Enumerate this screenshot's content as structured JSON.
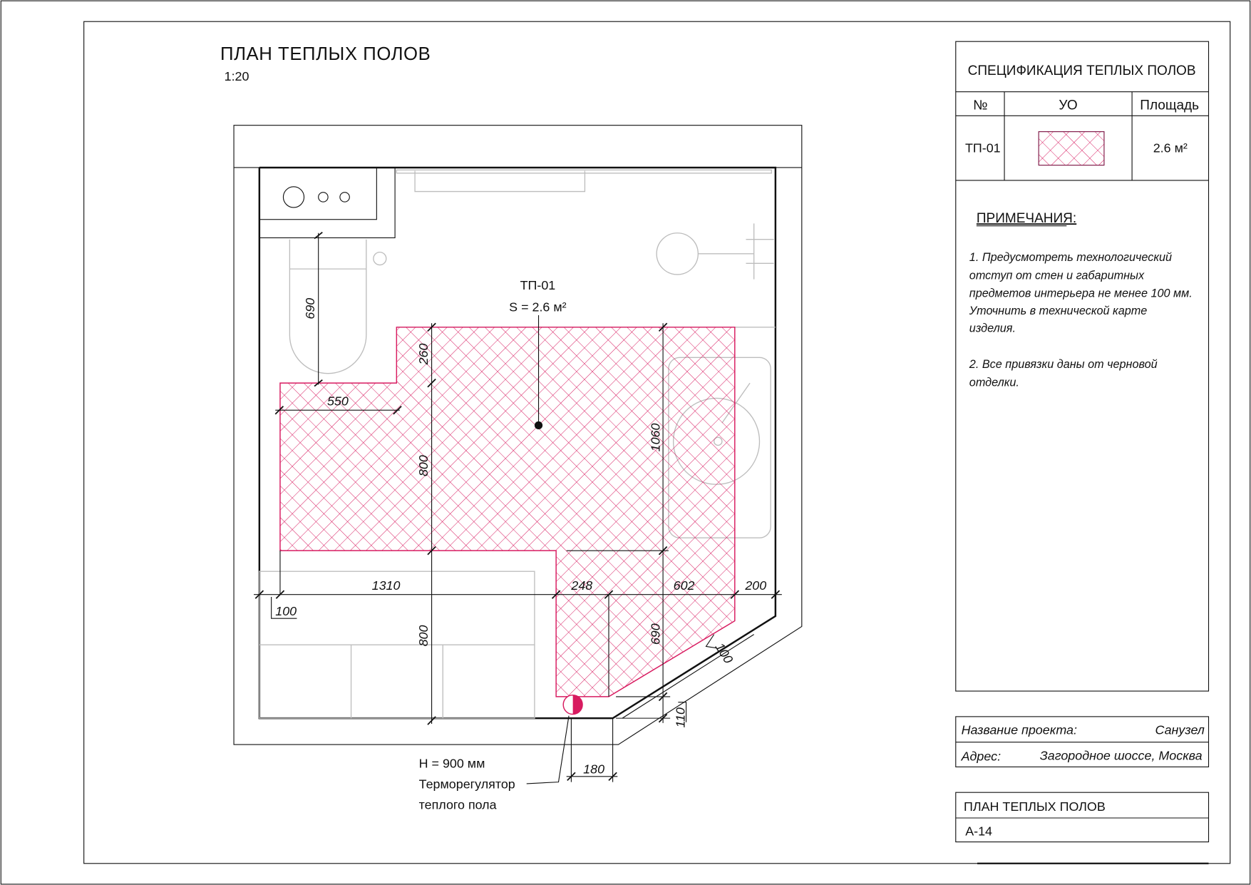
{
  "drawing": {
    "title": "ПЛАН ТЕПЛЫХ ПОЛОВ",
    "scale": "1:20"
  },
  "zone": {
    "id": "ТП-01",
    "area_label": "S = 2.6 м²",
    "color": "#d81b60"
  },
  "dimensions": [
    "690",
    "550",
    "260",
    "800",
    "800",
    "1060",
    "690",
    "110",
    "1310",
    "248",
    "602",
    "200",
    "100",
    "100",
    "180"
  ],
  "thermostat": {
    "height": "H = 900 мм",
    "label_line1": "Терморегулятор",
    "label_line2": "теплого пола"
  },
  "spec": {
    "title": "СПЕЦИФИКАЦИЯ ТЕПЛЫХ ПОЛОВ",
    "columns": [
      "№",
      "УО",
      "Площадь"
    ],
    "rows": [
      {
        "id": "ТП-01",
        "area": "2.6 м²"
      }
    ]
  },
  "notes": {
    "title": "ПРИМЕЧАНИЯ:",
    "lines": [
      "1. Предусмотреть технологический",
      "отступ от стен и габаритных",
      "предметов интерьера не менее 100 мм.",
      "Уточнить в технической карте",
      "изделия.",
      "2. Все привязки даны от черновой",
      "отделки."
    ]
  },
  "project": {
    "name_label": "Название проекта:",
    "name_value": "Санузел",
    "address_label": "Адрес:",
    "address_value": "Загородное шоссе, Москва"
  },
  "sheet": {
    "title": "ПЛАН ТЕПЛЫХ ПОЛОВ",
    "number": "А-14"
  }
}
